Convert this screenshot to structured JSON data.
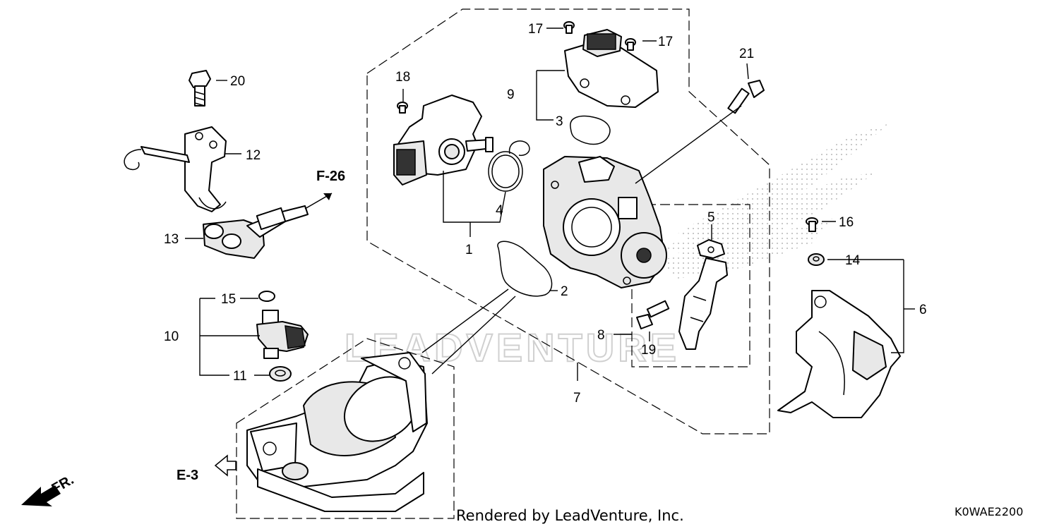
{
  "diagram": {
    "part_labels": [
      "1",
      "2",
      "3",
      "4",
      "5",
      "6",
      "7",
      "8",
      "9",
      "10",
      "11",
      "12",
      "13",
      "14",
      "15",
      "16",
      "17",
      "17",
      "18",
      "19",
      "20",
      "21"
    ],
    "reference_labels": {
      "f26": "F-26",
      "e3": "E-3",
      "front": "FR."
    },
    "watermark": "LEADVENTURE",
    "credit": "Rendered by LeadVenture, Inc.",
    "diagram_code": "K0WAE2200"
  }
}
